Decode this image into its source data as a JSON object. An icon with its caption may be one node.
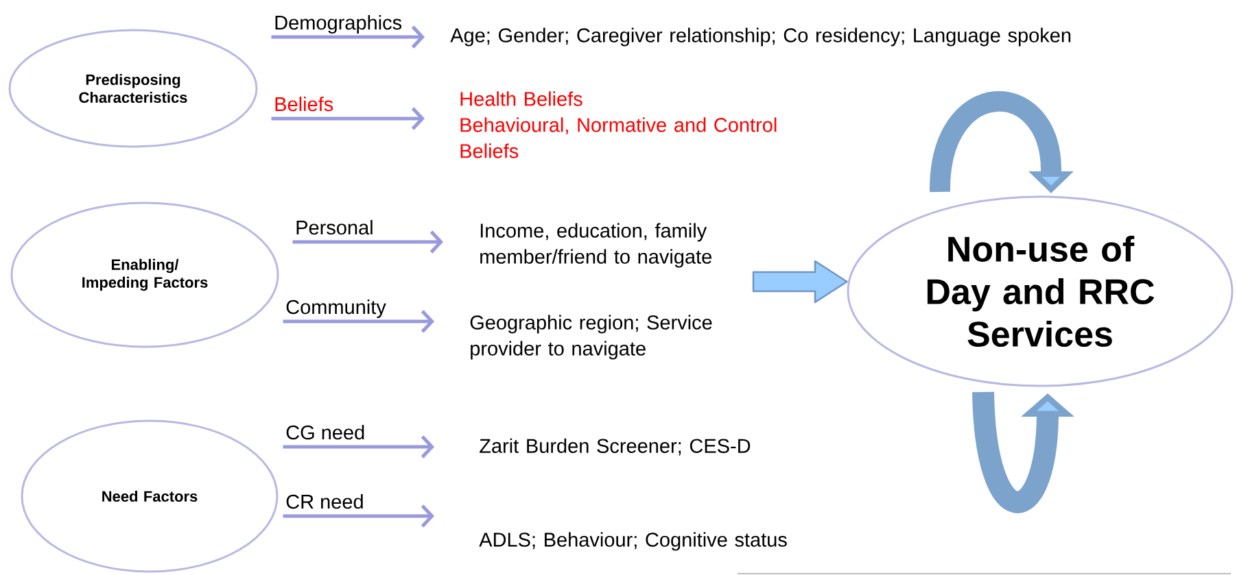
{
  "diagram": {
    "nodes": [
      {
        "text": [
          "Predisposing Characteristics"
        ]
      },
      {
        "text": [
          "Enabling/ Impeding Factors"
        ]
      },
      {
        "text": [
          "Need Factors"
        ]
      },
      {
        "text": [
          "Non-use of Day and RRC Services"
        ]
      },
      {
        "text": [
          "Age; Gender; Caregiver relationship; Co residency; Language spoken"
        ]
      },
      {
        "text": [
          "Health Beliefs",
          "Behavioural, Normative and Control Beliefs"
        ]
      },
      {
        "text": [
          "Income, education, family member/friend to navigate"
        ]
      },
      {
        "text": [
          "Geographic region; Service provider to navigate"
        ]
      },
      {
        "text": [
          "Zarit Burden Screener; CES-D"
        ]
      },
      {
        "text": [
          "ADLS; Behaviour; Cognitive status"
        ]
      }
    ],
    "edges": [
      {
        "from": 0,
        "to": 4,
        "arrow": "to",
        "label": "Demographics"
      },
      {
        "from": 0,
        "to": 5,
        "arrow": "to",
        "label": "Beliefs"
      },
      {
        "from": 1,
        "to": 6,
        "arrow": "to",
        "label": "Personal"
      },
      {
        "from": 1,
        "to": 7,
        "arrow": "to",
        "label": "Community"
      },
      {
        "from": 2,
        "to": 8,
        "arrow": "to",
        "label": "CG need"
      },
      {
        "from": 2,
        "to": 9,
        "arrow": "to",
        "label": "CR need"
      },
      {
        "from": null,
        "to": 3,
        "arrow": "to",
        "style": "thick",
        "color": "#99ccff"
      }
    ]
  }
}
